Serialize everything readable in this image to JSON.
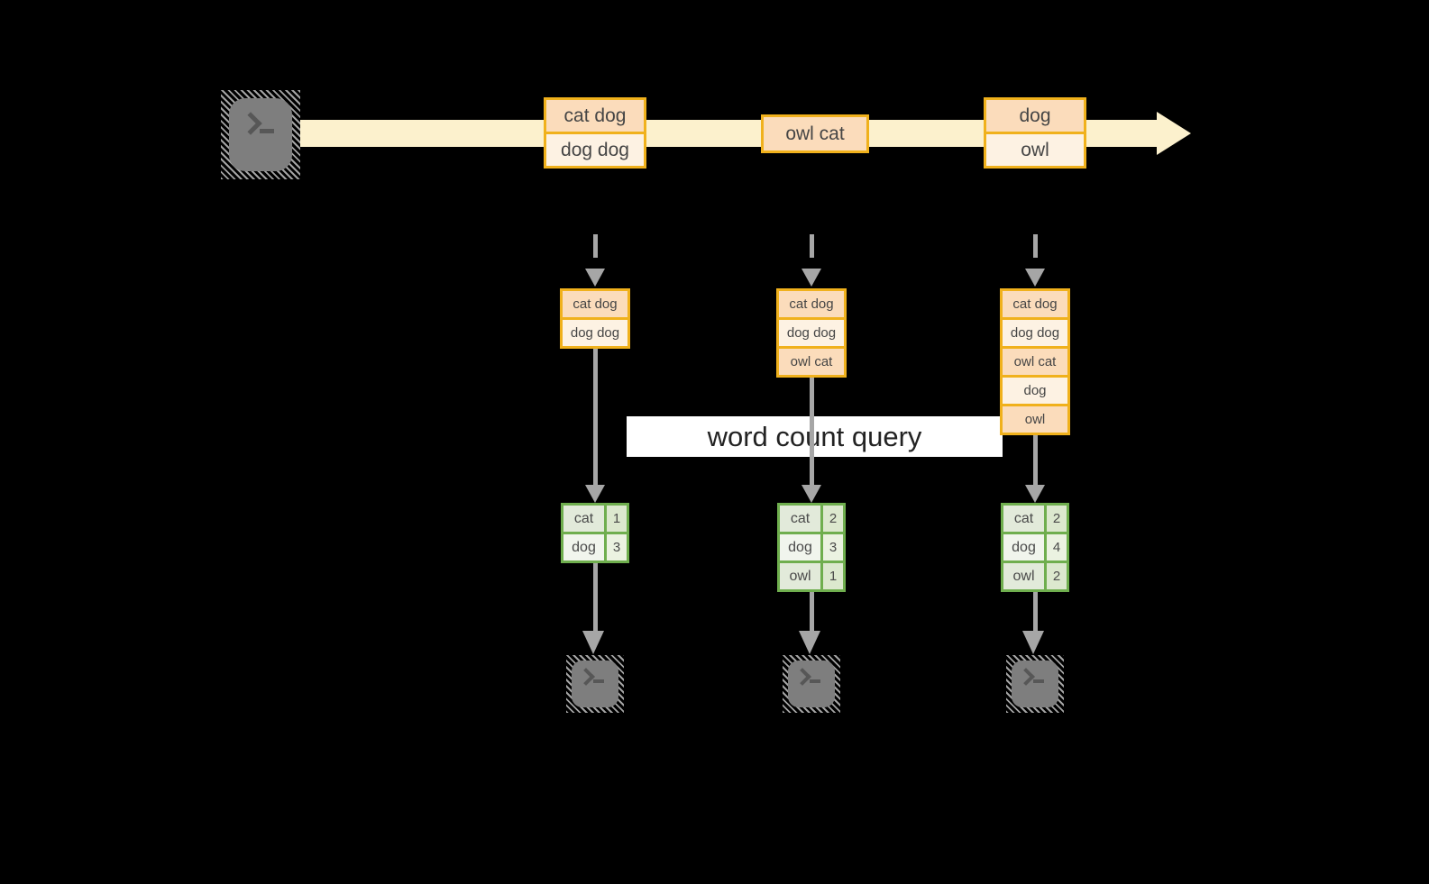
{
  "query_banner": {
    "label": "word count query"
  },
  "stream": {
    "event_group_1": [
      "cat dog",
      "dog dog"
    ],
    "event_group_2": [
      "owl cat"
    ],
    "event_group_3": [
      "dog",
      "owl"
    ]
  },
  "consumers": [
    {
      "buffer": [
        "cat dog",
        "dog dog"
      ],
      "counts": [
        {
          "word": "cat",
          "value": "1"
        },
        {
          "word": "dog",
          "value": "3"
        }
      ]
    },
    {
      "buffer": [
        "cat dog",
        "dog dog",
        "owl cat"
      ],
      "counts": [
        {
          "word": "cat",
          "value": "2"
        },
        {
          "word": "dog",
          "value": "3"
        },
        {
          "word": "owl",
          "value": "1"
        }
      ]
    },
    {
      "buffer": [
        "cat dog",
        "dog dog",
        "owl cat",
        "dog",
        "owl"
      ],
      "counts": [
        {
          "word": "cat",
          "value": "2"
        },
        {
          "word": "dog",
          "value": "4"
        },
        {
          "word": "owl",
          "value": "2"
        }
      ]
    }
  ],
  "icons": {
    "source": "terminal-icon",
    "sinks": [
      "terminal-icon",
      "terminal-icon",
      "terminal-icon"
    ]
  },
  "colors": {
    "background": "#000000",
    "stream_band": "#FCF1CD",
    "gold_border": "#F0B11C",
    "peach_fill": "#FBDCBB",
    "cream_fill": "#FDF2E3",
    "green_border": "#6FAE4E",
    "green_row_odd": "#E2EADA",
    "green_row_even": "#F1F5ED",
    "arrow_gray": "#A6A6A6",
    "terminal_gray": "#7E7E7E",
    "banner_bg": "#FFFFFF"
  }
}
